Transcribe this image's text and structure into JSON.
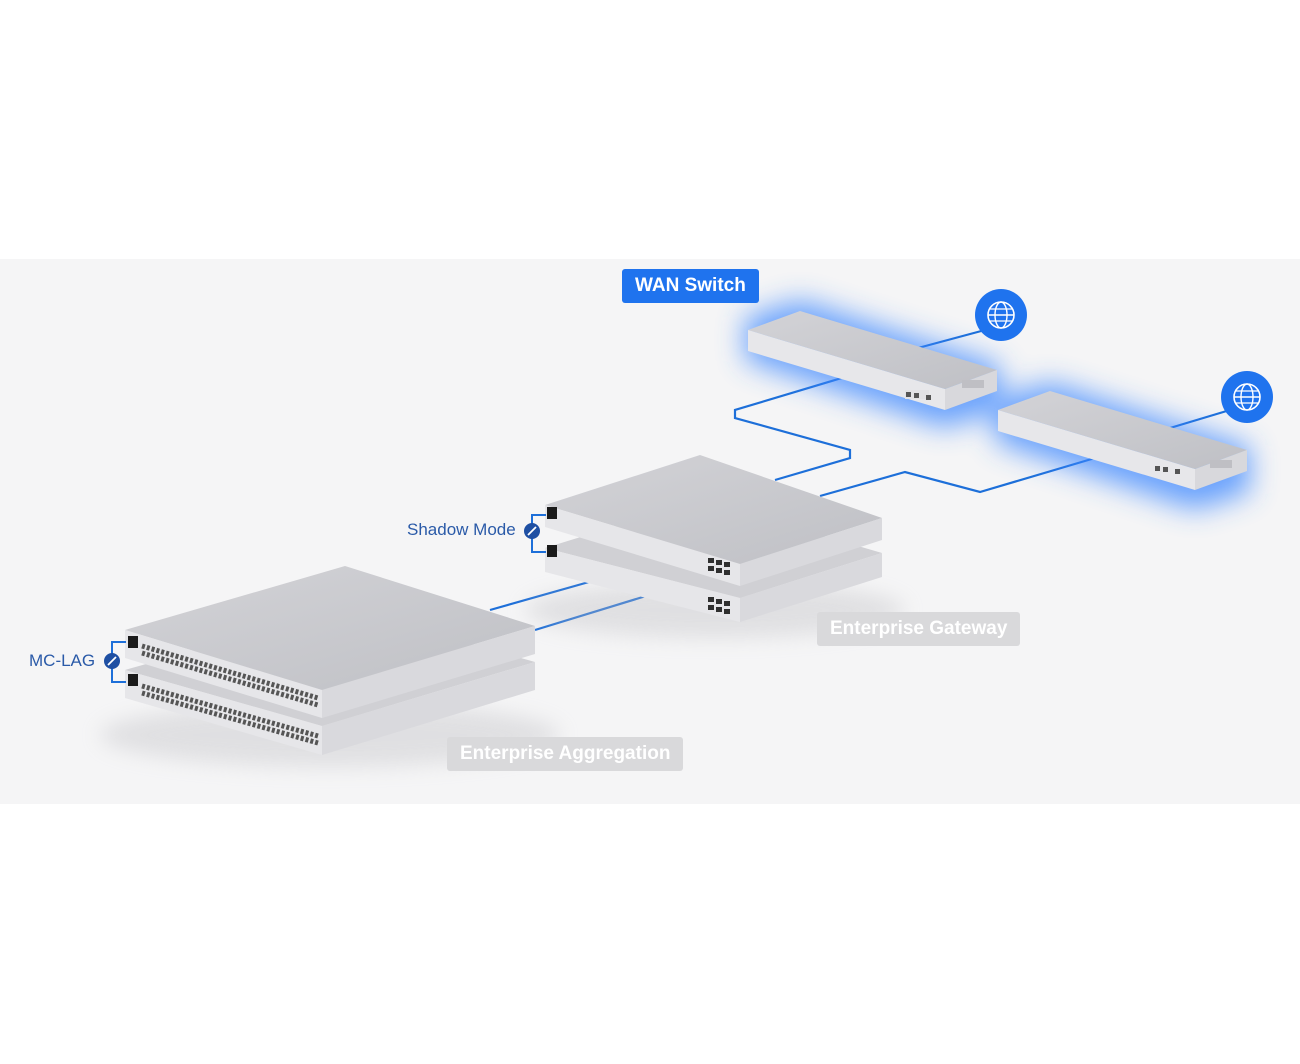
{
  "labels": {
    "wan_switch": "WAN Switch",
    "enterprise_gateway": "Enterprise Gateway",
    "enterprise_aggregation": "Enterprise Aggregation",
    "shadow_mode": "Shadow Mode",
    "mc_lag": "MC-LAG"
  },
  "colors": {
    "accent": "#1f73ee",
    "link_line": "#1d6fd9",
    "glow": "#3b86ff",
    "device_top": "#c9c9cd",
    "device_front": "#e4e4e7",
    "band_bg": "#f5f5f6",
    "grey_tag": "#d9d9db"
  },
  "icons": [
    "globe-icon",
    "globe-icon",
    "link-icon",
    "link-icon"
  ]
}
